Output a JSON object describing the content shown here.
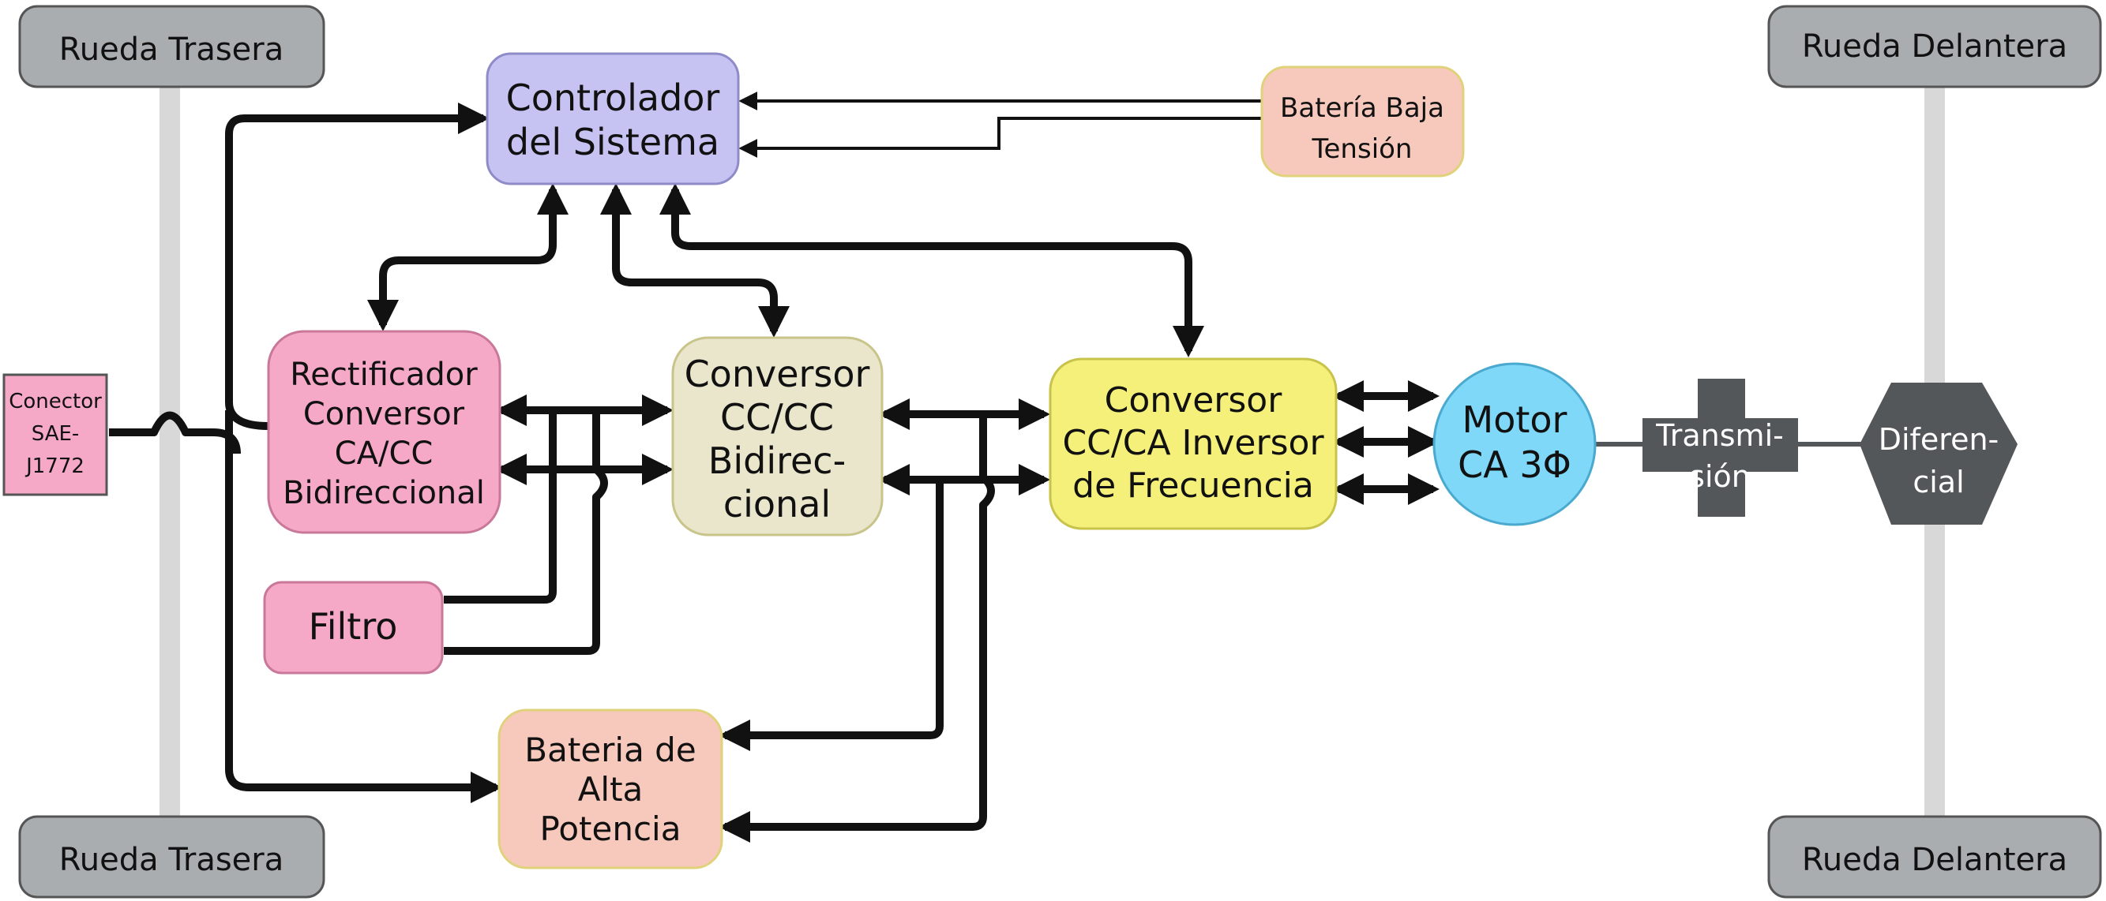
{
  "wheels": {
    "rear_top": "Rueda Trasera",
    "rear_bottom": "Rueda Trasera",
    "front_top": "Rueda Delantera",
    "front_bottom": "Rueda Delantera"
  },
  "blocks": {
    "connector": [
      "Conector",
      "SAE-",
      "J1772"
    ],
    "controller": [
      "Controlador",
      "del Sistema"
    ],
    "low_battery": [
      "Batería Baja",
      "Tensión"
    ],
    "rectifier": [
      "Rectificador",
      "Conversor",
      "CA/CC",
      "Bidireccional"
    ],
    "dcdc": [
      "Conversor",
      "CC/CC",
      "Bidirec-",
      "cional"
    ],
    "inverter": [
      "Conversor",
      "CC/CA Inversor",
      "de Frecuencia"
    ],
    "motor": [
      "Motor",
      "CA 3Φ"
    ],
    "transmission": [
      "Transmi-",
      "sión"
    ],
    "differential": [
      "Diferen-",
      "cial"
    ],
    "filter": [
      "Filtro"
    ],
    "high_battery": [
      "Bateria de",
      "Alta",
      "Potencia"
    ]
  },
  "colors": {
    "controller": "#c6c3f2",
    "low_battery": "#f7c9bd",
    "rectifier": "#f6a9c6",
    "connector": "#f6a9c6",
    "filter": "#f6a9c6",
    "dcdc": "#e9e6cc",
    "inverter": "#f4f07a",
    "motor": "#7fd8f7",
    "high_battery": "#f7c9bd",
    "wheel": "#a9adb0",
    "axle": "#d8d8d8",
    "drivetrain": "#54575a",
    "line": "#111111"
  }
}
